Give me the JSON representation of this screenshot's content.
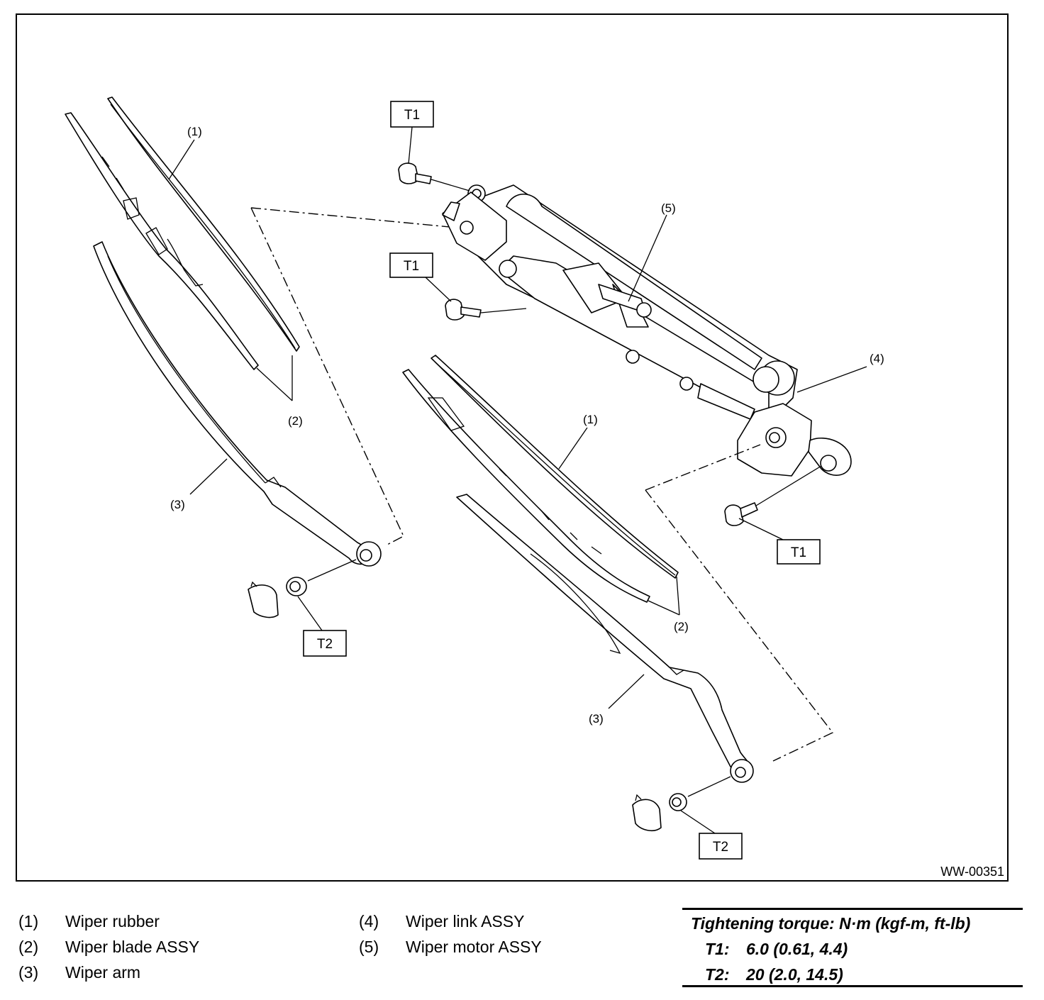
{
  "figure": {
    "code": "WW-00351",
    "callouts": {
      "c1": "(1)",
      "c2": "(2)",
      "c3": "(3)",
      "c4": "(4)",
      "c5": "(5)"
    },
    "torque_tags": {
      "t1": "T1",
      "t2": "T2"
    }
  },
  "legend": {
    "items": [
      {
        "num": "(1)",
        "text": "Wiper rubber"
      },
      {
        "num": "(2)",
        "text": "Wiper blade ASSY"
      },
      {
        "num": "(3)",
        "text": "Wiper arm"
      },
      {
        "num": "(4)",
        "text": "Wiper link ASSY"
      },
      {
        "num": "(5)",
        "text": "Wiper motor ASSY"
      }
    ]
  },
  "torque": {
    "title": "Tightening torque: N·m (kgf-m, ft-lb)",
    "rows": [
      {
        "label": "T1:",
        "value": "6.0 (0.61, 4.4)"
      },
      {
        "label": "T2:",
        "value": "20 (2.0, 14.5)"
      }
    ]
  }
}
